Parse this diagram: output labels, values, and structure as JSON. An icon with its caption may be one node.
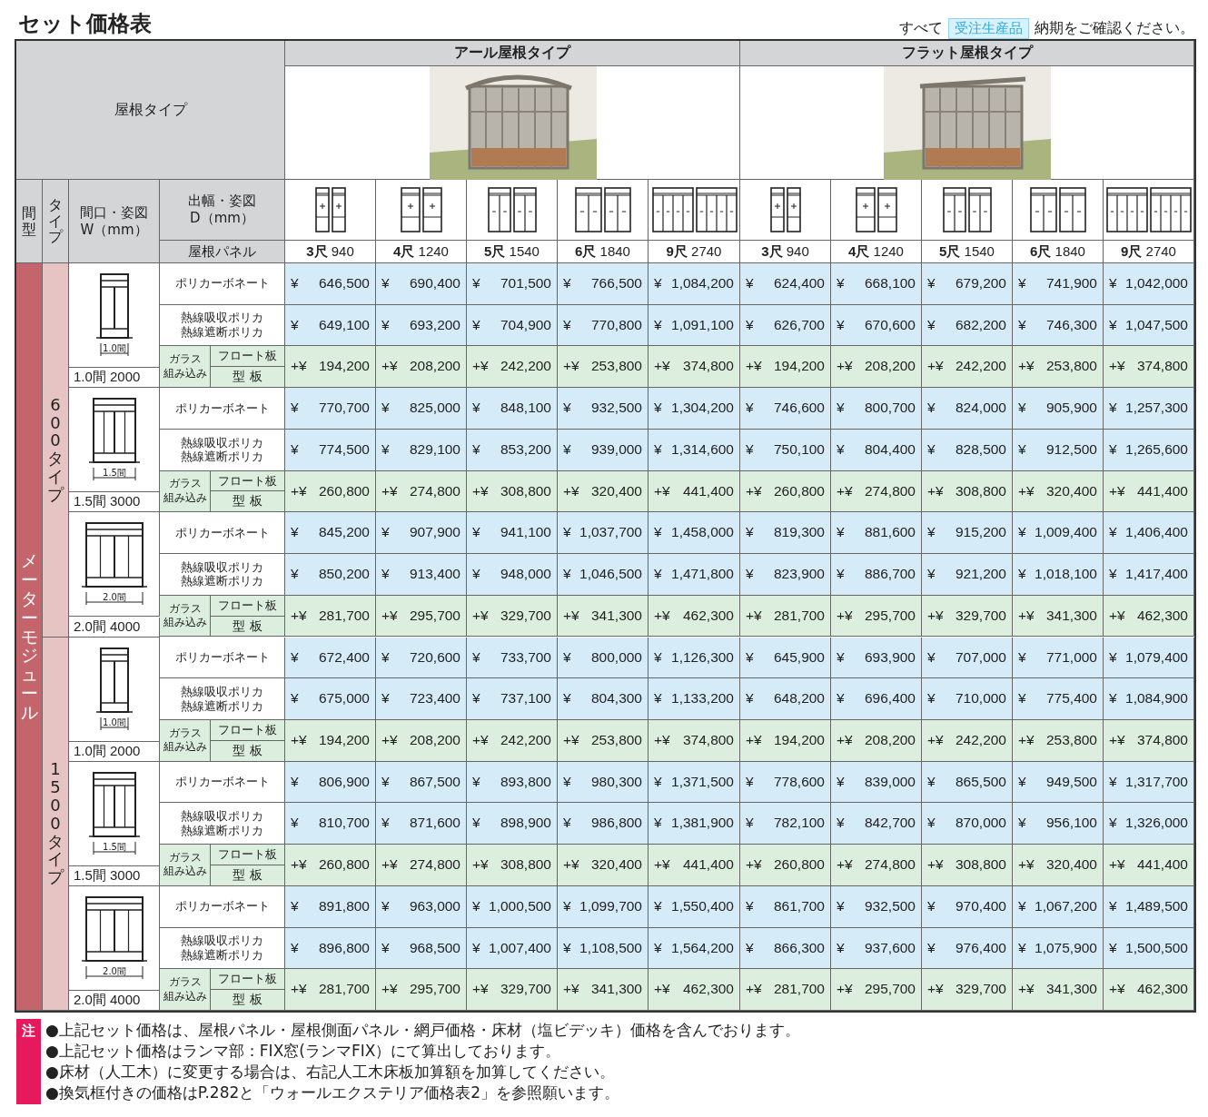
{
  "diagram": {
    "title": "セット価格表",
    "labels": [
      "すべて",
      "受注生産品",
      "納期をご確認ください。",
      "アール屋根タイプ",
      "フラット屋根タイプ",
      "屋根タイプ",
      "間型",
      "タイプ",
      "間口・姿図 W（mm）",
      "出幅・姿図 D（mm）",
      "屋根パネル",
      "**3尺** 940",
      "**4尺** 1240",
      "**5尺** 1540",
      "**6尺** 1840",
      "**9尺** 2740",
      "**3尺** 940",
      "**4尺** 1240",
      "**5尺** 1540",
      "**6尺** 1840",
      "**9尺** 2740",
      "メーターモジュール",
      "600タイプ",
      "1500タイプ",
      "1.0間",
      "1.0間 2000",
      "ポリカーボネート",
      "¥ 646,500",
      "¥ 690,400",
      "¥ 701,500",
      "¥ 766,500",
      "¥ 1,084,200",
      "¥ 624,400",
      "¥ 668,100",
      "¥ 679,200",
      "¥ 741,900",
      "¥ 1,042,000",
      "熱線吸収ポリカ熱線遮断ポリカ",
      "¥ 649,100",
      "¥ 693,200",
      "¥ 704,900",
      "¥ 770,800",
      "¥ 1,091,100",
      "¥ 626,700",
      "¥ 670,600",
      "¥ 682,200",
      "¥ 746,300",
      "¥ 1,047,500",
      "ガラス",
      "組み込み",
      "フロート板",
      "型 板",
      "+¥ 194,200",
      "+¥ 208,200",
      "+¥ 242,200",
      "+¥ 253,800",
      "+¥ 374,800",
      "+¥ 194,200",
      "+¥ 208,200",
      "+¥ 242,200",
      "+¥ 253,800",
      "+¥ 374,800",
      "1.5間",
      "1.5間 3000",
      "ポリカーボネート",
      "¥ 770,700",
      "¥ 825,000",
      "¥ 848,100",
      "¥ 932,500",
      "¥ 1,304,200",
      "¥ 746,600",
      "¥ 800,700",
      "¥ 824,000",
      "¥ 905,900",
      "¥ 1,257,300",
      "熱線吸収ポリカ熱線遮断ポリカ",
      "¥ 774,500",
      "¥ 829,100",
      "¥ 853,200",
      "¥ 939,000",
      "¥ 1,314,600",
      "¥ 750,100",
      "¥ 804,400",
      "¥ 828,500",
      "¥ 912,500",
      "¥ 1,265,600",
      "ガラス",
      "組み込み",
      "フロート板",
      "型 板",
      "+¥ 260,800",
      "+¥ 274,800",
      "+¥ 308,800",
      "+¥ 320,400",
      "+¥ 441,400",
      "+¥ 260,800",
      "+¥ 274,800",
      "+¥ 308,800",
      "+¥ 320,400",
      "+¥ 441,400",
      "2.0間",
      "2.0間 4000",
      "ポリカーボネート",
      "¥ 845,200",
      "¥ 907,900",
      "¥ 941,100",
      "¥ 1,037,700",
      "¥ 1,458,000",
      "¥ 819,300",
      "¥ 881,600",
      "¥ 915,200",
      "¥ 1,009,400",
      "¥ 1,406,400",
      "熱線吸収ポリカ熱線遮断ポリカ",
      "¥ 850,200",
      "¥ 913,400",
      "¥ 948,000",
      "¥ 1,046,500",
      "¥ 1,471,800",
      "¥ 823,900",
      "¥ 886,700",
      "¥ 921,200",
      "¥ 1,018,100",
      "¥ 1,417,400",
      "ガラス",
      "組み込み",
      "フロート板",
      "型 板",
      "+¥ 281,700",
      "+¥ 295,700",
      "+¥ 329,700",
      "+¥ 341,300",
      "+¥ 462,300",
      "+¥ 281,700",
      "+¥ 295,700",
      "+¥ 329,700",
      "+¥ 341,300",
      "+¥ 462,300",
      "1.0間",
      "1.0間 2000",
      "ポリカーボネート",
      "¥ 672,400",
      "¥ 720,600",
      "¥ 733,700",
      "¥ 800,000",
      "¥ 1,126,300",
      "¥ 645,900",
      "¥ 693,900",
      "¥ 707,000",
      "¥ 771,000",
      "¥ 1,079,400",
      "熱線吸収ポリカ熱線遮断ポリカ",
      "¥ 675,000",
      "¥ 723,400",
      "¥ 737,100",
      "¥ 804,300",
      "¥ 1,133,200",
      "¥ 648,200",
      "¥ 696,400",
      "¥ 710,000",
      "¥ 775,400",
      "¥ 1,084,900",
      "ガラス",
      "組み込み",
      "フロート板",
      "型 板",
      "+¥ 194,200",
      "+¥ 208,200",
      "+¥ 242,200",
      "+¥ 253,800",
      "+¥ 374,800",
      "+¥ 194,200",
      "+¥ 208,200",
      "+¥ 242,200",
      "+¥ 253,800",
      "+¥ 374,800",
      "1.5間",
      "1.5間 3000",
      "ポリカーボネート",
      "¥ 806,900",
      "¥ 867,500",
      "¥ 893,800",
      "¥ 980,300",
      "¥ 1,371,500",
      "¥ 778,600",
      "¥ 839,000",
      "¥ 865,500",
      "¥ 949,500",
      "¥ 1,317,700",
      "熱線吸収ポリカ熱線遮断ポリカ",
      "¥ 810,700",
      "¥ 871,600",
      "¥ 898,900",
      "¥ 986,800",
      "¥ 1,381,900",
      "¥ 782,100",
      "¥ 842,700",
      "¥ 870,000",
      "¥ 956,100",
      "¥ 1,326,000",
      "ガラス",
      "組み込み",
      "フロート板",
      "型 板",
      "+¥ 260,800",
      "+¥ 274,800",
      "+¥ 308,800",
      "+¥ 320,400",
      "+¥ 441,400",
      "+¥ 260,800",
      "+¥ 274,800",
      "+¥ 308,800",
      "+¥ 320,400",
      "+¥ 441,400",
      "2.0間",
      "2.0間 4000",
      "ポリカーボネート",
      "¥ 891,800",
      "¥ 963,000",
      "¥ 1,000,500",
      "¥ 1,099,700",
      "¥ 1,550,400",
      "¥ 861,700",
      "¥ 932,500",
      "¥ 970,400",
      "¥ 1,067,200",
      "¥ 1,489,500",
      "熱線吸収ポリカ熱線遮断ポリカ",
      "¥ 896,800",
      "¥ 968,500",
      "¥ 1,007,400",
      "¥ 1,108,500",
      "¥ 1,564,200",
      "¥ 866,300",
      "¥ 937,600",
      "¥ 976,400",
      "¥ 1,075,900",
      "¥ 1,500,500",
      "ガラス",
      "組み込み",
      "フロート板",
      "型 板",
      "+¥ 281,700",
      "+¥ 295,700",
      "+¥ 329,700",
      "+¥ 341,300",
      "+¥ 462,300",
      "+¥ 281,700",
      "+¥ 295,700",
      "+¥ 329,700",
      "+¥ 341,300",
      "+¥ 462,300",
      "注",
      "●上記セット価格は、屋根パネル・屋根側面パネル・網戸価格・床材（塩ビデッキ）価格を含んでおります。",
      "●上記セット価格はランマ部：FIX窓(ランマFIX）にて算出しております。",
      "●床材（人工木）に変更する場合は、右記人工木床板加算額を加算してください。",
      "●換気框付きの価格はP.282と「ウォールエクステリア価格表2」を参照願います。"
    ]
  }
}
